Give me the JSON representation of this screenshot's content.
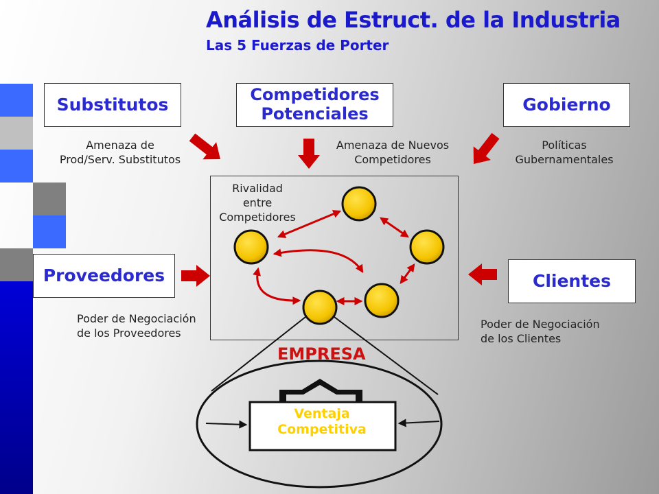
{
  "title": "Análisis de Estruct. de la Industria",
  "subtitle": "Las 5 Fuerzas de Porter",
  "boxes": {
    "substitutos": "Substitutos",
    "competidores_line1": "Competidores",
    "competidores_line2": "Potenciales",
    "gobierno": "Gobierno",
    "proveedores": "Proveedores",
    "clientes": "Clientes"
  },
  "labels": {
    "amenaza_sub_line1": "Amenaza de",
    "amenaza_sub_line2": "Prod/Serv. Substitutos",
    "amenaza_nuevos_line1": "Amenaza de Nuevos",
    "amenaza_nuevos_line2": "Competidores",
    "politicas_line1": "Políticas",
    "politicas_line2": "Gubernamentales",
    "rivalidad_line1": "Rivalidad",
    "rivalidad_line2": "entre",
    "rivalidad_line3": "Competidores",
    "poder_prov_line1": "Poder de Negociación",
    "poder_prov_line2": "de los Proveedores",
    "poder_cli_line1": "Poder de Negociación",
    "poder_cli_line2": "de los Clientes",
    "empresa": "EMPRESA",
    "ventaja_line1": "Ventaja",
    "ventaja_line2": "Competitiva"
  },
  "colors": {
    "title": "#1a1acc",
    "box_text": "#2a2ad0",
    "arrow": "#cc0000",
    "circle": "#f5c400",
    "empresa": "#cc1111",
    "ventaja": "#ffd000",
    "strip_blue": "#3a6aff",
    "strip_navy": "#0000c8",
    "strip_gray": "#808080"
  }
}
